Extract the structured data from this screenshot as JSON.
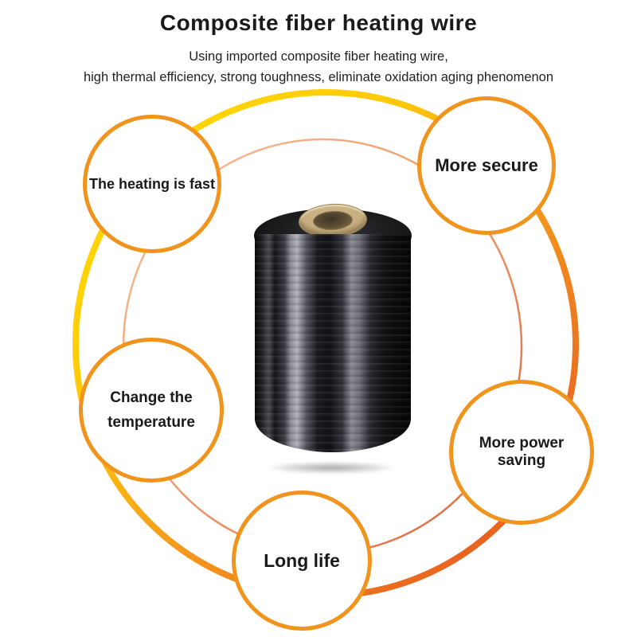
{
  "header": {
    "title": "Composite fiber heating wire",
    "subtitle_line1": "Using imported composite fiber heating wire,",
    "subtitle_line2": "high thermal efficiency, strong toughness, eliminate oxidation aging phenomenon"
  },
  "features": [
    {
      "id": "heating-fast",
      "label": "The heating is fast"
    },
    {
      "id": "more-secure",
      "label": "More secure"
    },
    {
      "id": "change-temperature",
      "label": "Change the temperature"
    },
    {
      "id": "more-power-saving",
      "label": "More power saving"
    },
    {
      "id": "long-life",
      "label": "Long life"
    }
  ],
  "product_image": {
    "alt": "spool of black composite carbon fiber heating wire with tan bobbin core"
  },
  "colors": {
    "page_background": "#ffffff",
    "text": "#1a1a1a",
    "bubble_border": "#F0941E",
    "ring_outer_start": "#FFE005",
    "ring_outer_mid1": "#FFC908",
    "ring_outer_mid2": "#F59B1E",
    "ring_outer_end": "#E2491F",
    "ring_inner_start": "#F7C09A",
    "ring_inner_mid": "#EE9A6A",
    "ring_inner_end": "#DE5F38"
  }
}
